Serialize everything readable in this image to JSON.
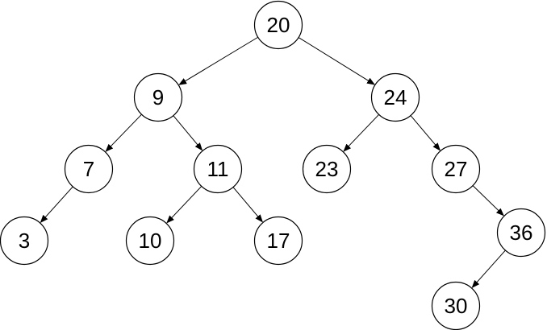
{
  "nodes": [
    {
      "id": "n20",
      "label": "20"
    },
    {
      "id": "n9",
      "label": "9"
    },
    {
      "id": "n24",
      "label": "24"
    },
    {
      "id": "n7",
      "label": "7"
    },
    {
      "id": "n11",
      "label": "11"
    },
    {
      "id": "n23",
      "label": "23"
    },
    {
      "id": "n27",
      "label": "27"
    },
    {
      "id": "n3",
      "label": "3"
    },
    {
      "id": "n10",
      "label": "10"
    },
    {
      "id": "n17",
      "label": "17"
    },
    {
      "id": "n36",
      "label": "36"
    },
    {
      "id": "n30",
      "label": "30"
    }
  ],
  "edges": [
    {
      "from": "n20",
      "to": "n9"
    },
    {
      "from": "n20",
      "to": "n24"
    },
    {
      "from": "n9",
      "to": "n7"
    },
    {
      "from": "n9",
      "to": "n11"
    },
    {
      "from": "n7",
      "to": "n3"
    },
    {
      "from": "n11",
      "to": "n10"
    },
    {
      "from": "n11",
      "to": "n17"
    },
    {
      "from": "n24",
      "to": "n23"
    },
    {
      "from": "n24",
      "to": "n27"
    },
    {
      "from": "n27",
      "to": "n36"
    },
    {
      "from": "n36",
      "to": "n30"
    }
  ]
}
